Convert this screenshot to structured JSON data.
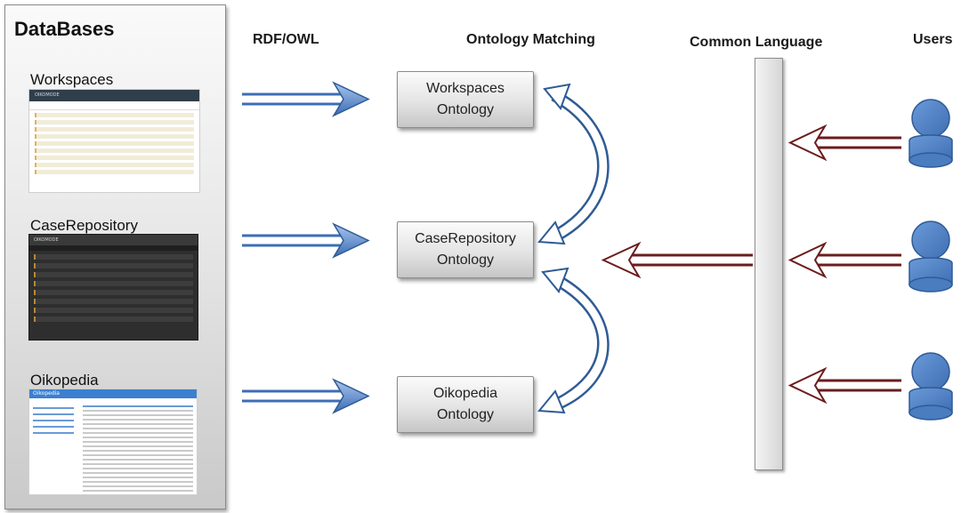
{
  "databases": {
    "title": "DataBases",
    "items": [
      {
        "label": "Workspaces"
      },
      {
        "label": "CaseRepository"
      },
      {
        "label": "Oikopedia"
      }
    ]
  },
  "headers": {
    "rdf_owl": "RDF/OWL",
    "ontology_matching": "Ontology Matching",
    "common_language": "Common Language",
    "users": "Users"
  },
  "ontologies": [
    {
      "line1": "Workspaces",
      "line2": "Ontology"
    },
    {
      "line1": "CaseRepository",
      "line2": "Ontology"
    },
    {
      "line1": "Oikopedia",
      "line2": "Ontology"
    }
  ],
  "thumbnails": {
    "workspaces_brand": "OIKOMODE",
    "caserepository_brand": "OIKOMODE",
    "oikopedia_brand": "Oikopedia"
  },
  "colors": {
    "blue_arrow": "#4a7cc4",
    "red_arrow": "#7a2020",
    "user_fill": "#4f83c9",
    "user_stroke": "#2f5b95"
  }
}
